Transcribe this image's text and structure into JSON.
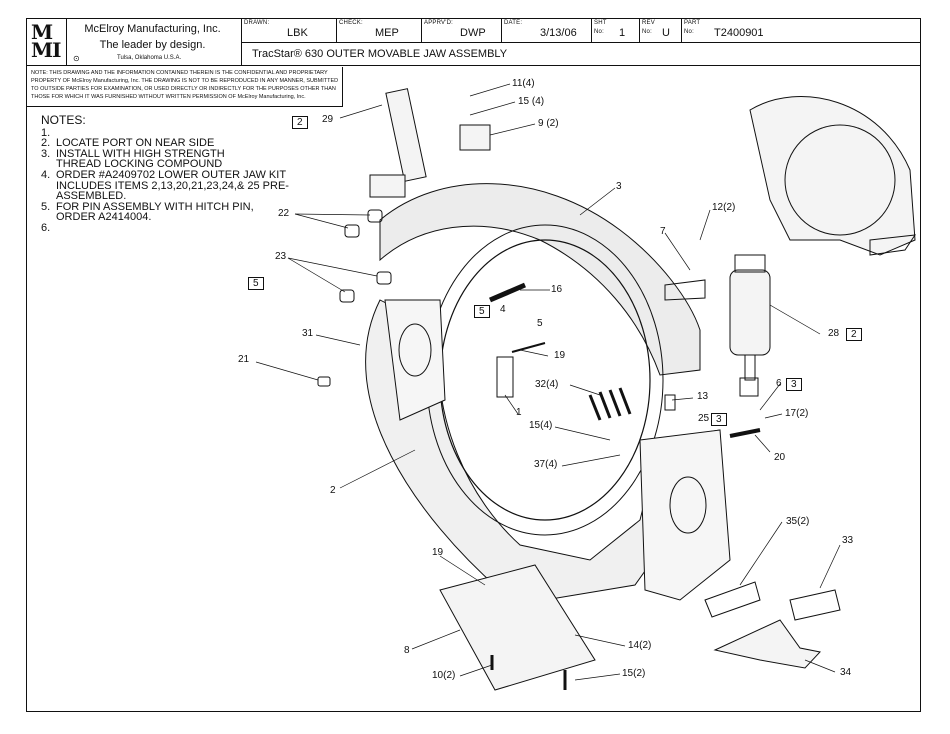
{
  "title_block": {
    "logo": "MMI",
    "company": "McElroy Manufacturing, Inc.",
    "slogan": "The leader by design.",
    "location": "Tulsa, Oklahoma U.S.A.",
    "drawn_label": "DRAWN:",
    "drawn": "LBK",
    "check_label": "CHECK:",
    "check": "MEP",
    "apprvd_label": "APPRV'D:",
    "apprvd": "DWP",
    "date_label": "DATE:",
    "date": "3/13/06",
    "sht_label": "SHT",
    "sht_no": "No:",
    "sht": "1",
    "rev_label": "REV",
    "rev_no": "No:",
    "rev": "U",
    "part_label": "PART",
    "part_no": "No:",
    "part": "T2400901",
    "description": "TracStar® 630 OUTER MOVABLE JAW ASSEMBLY"
  },
  "confidential_note": "NOTE: THIS DRAWING AND THE INFORMATION CONTAINED THEREIN IS THE CONFIDENTIAL AND PROPRIETARY PROPERTY OF McElroy Manufacturing, Inc. THE DRAWING IS NOT TO BE REPRODUCED IN ANY MANNER, SUBMITTED TO OUTSIDE PARTIES FOR EXAMINATION, OR USED DIRECTLY OR INDIRECTLY FOR THE PURPOSES OTHER THAN THOSE FOR WHICH IT WAS FURNISHED WITHOUT WRITTEN PERMISSION OF McElroy Manufacturing, Inc.",
  "notes": {
    "heading": "NOTES:",
    "items": [
      {
        "n": "1.",
        "text": ""
      },
      {
        "n": "2.",
        "text": "LOCATE PORT ON NEAR SIDE"
      },
      {
        "n": "3.",
        "text": "INSTALL WITH HIGH STRENGTH THREAD LOCKING COMPOUND"
      },
      {
        "n": "4.",
        "text": "ORDER #A2409702 LOWER OUTER JAW KIT INCLUDES ITEMS 2,13,20,21,23,24,& 25 PRE-ASSEMBLED."
      },
      {
        "n": "5.",
        "text": "FOR PIN ASSEMBLY WITH HITCH PIN, ORDER A2414004."
      },
      {
        "n": "6.",
        "text": ""
      }
    ]
  },
  "callouts": {
    "c11": "11(4)",
    "c15a": "15 (4)",
    "c9": "9 (2)",
    "c29": "29",
    "c3": "3",
    "c12": "12(2)",
    "c7": "7",
    "c22": "22",
    "c23": "23",
    "c16": "16",
    "c4": "4",
    "c28": "28",
    "c31": "31",
    "c21": "21",
    "c19a": "19",
    "c1": "1",
    "c32": "32(4)",
    "c13": "13",
    "c25": "25",
    "c6": "6",
    "c17": "17(2)",
    "c15b": "15(4)",
    "c37": "37(4)",
    "c20": "20",
    "c2": "2",
    "c35": "35(2)",
    "c33": "33",
    "c19b": "19",
    "c8": "8",
    "c14": "14(2)",
    "c10": "10(2)",
    "c15c": "15(2)",
    "c34": "34"
  },
  "flags": {
    "f29": "2",
    "f5a": "5",
    "f5b": "5",
    "f28": "2",
    "f6": "3",
    "f25": "3"
  }
}
